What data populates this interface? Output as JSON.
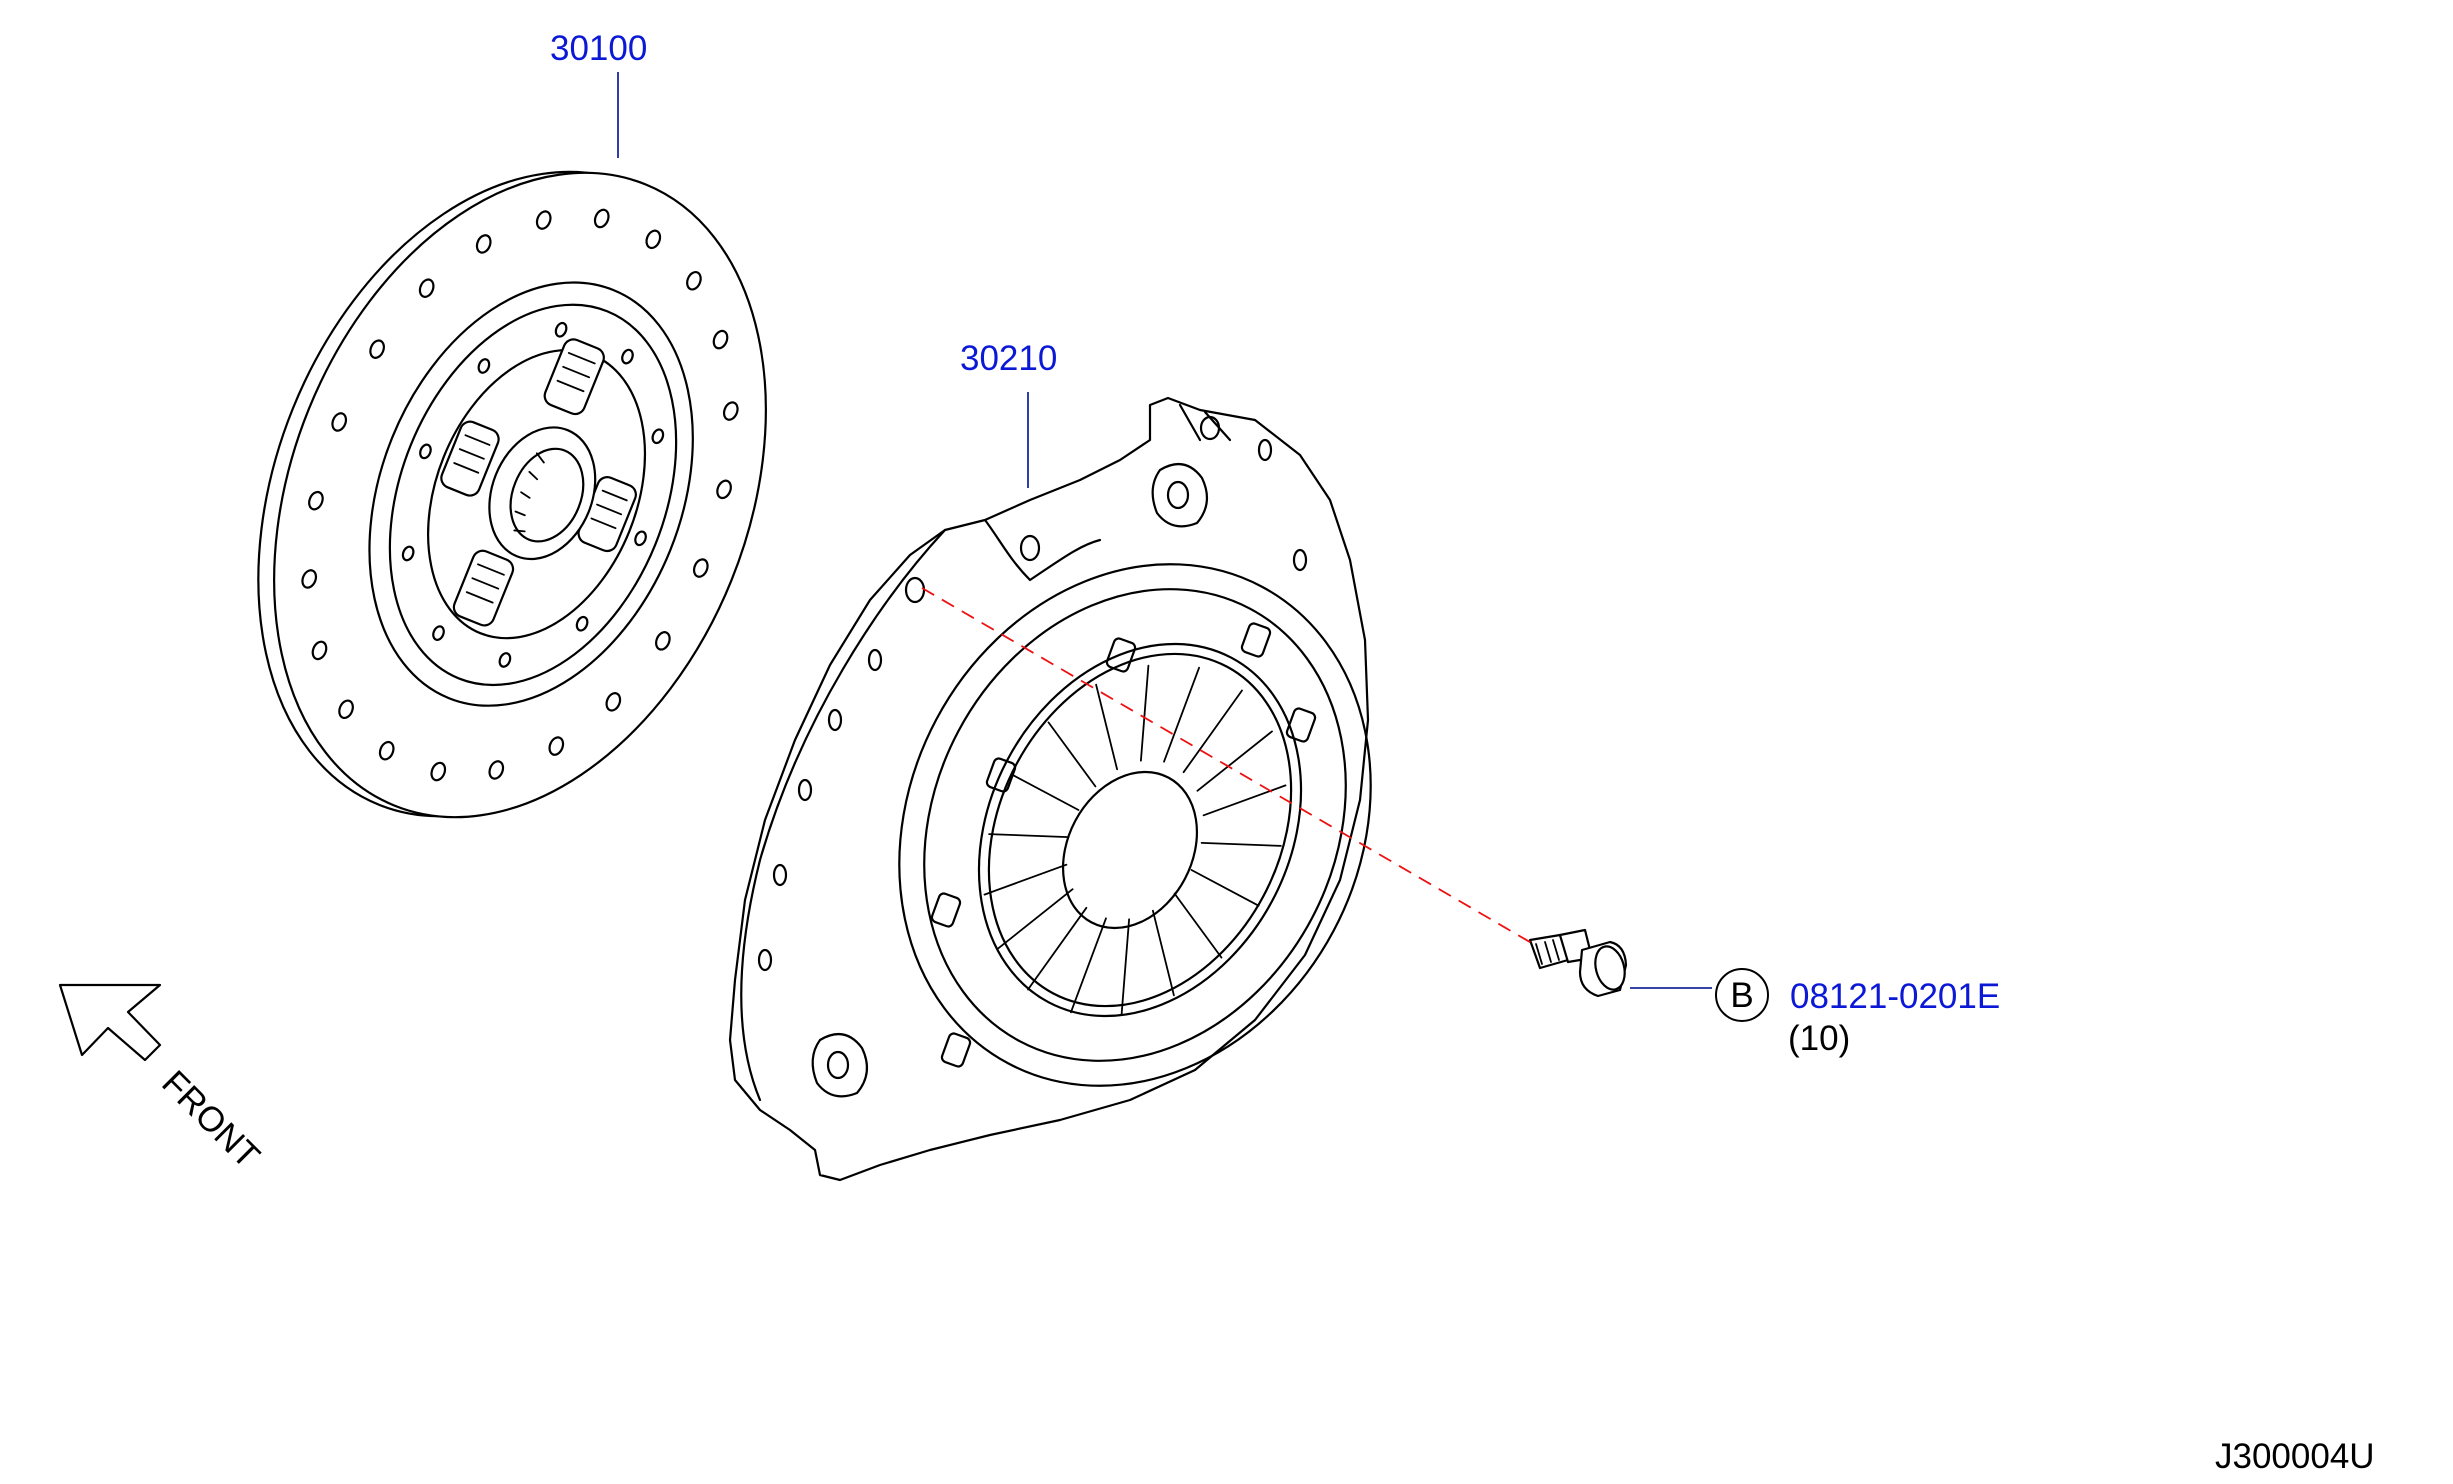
{
  "parts": [
    {
      "part_number": "30100"
    },
    {
      "part_number": "30210"
    },
    {
      "part_number": "08121-0201E",
      "ref_letter": "B",
      "quantity": "(10)"
    }
  ],
  "direction_label": "FRONT",
  "drawing_id": "J300004U",
  "colors": {
    "callout": "#0b18d6",
    "leader": "#1a2a9a",
    "dashed_line": "#ee1111",
    "line_art": "#000000"
  }
}
